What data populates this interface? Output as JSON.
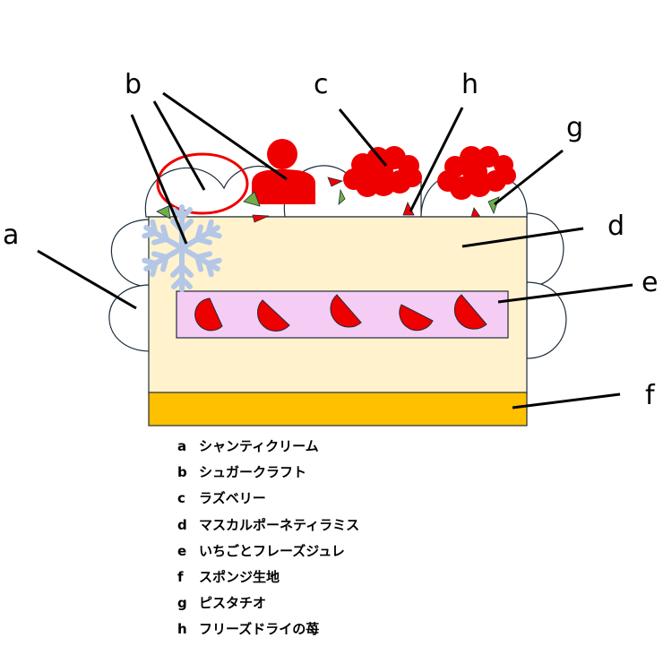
{
  "callouts": {
    "a": "a",
    "b": "b",
    "c": "c",
    "d": "d",
    "e": "e",
    "f": "f",
    "g": "g",
    "h": "h"
  },
  "legend": [
    {
      "key": "a",
      "text": "シャンティクリーム"
    },
    {
      "key": "b",
      "text": "シュガークラフト"
    },
    {
      "key": "c",
      "text": "ラズベリー"
    },
    {
      "key": "d",
      "text": "マスカルポーネティラミス"
    },
    {
      "key": "e",
      "text": "いちごとフレーズジュレ"
    },
    {
      "key": "f",
      "text": "スポンジ生地"
    },
    {
      "key": "g",
      "text": "ピスタチオ"
    },
    {
      "key": "h",
      "text": "フリーズドライの苺"
    }
  ],
  "colors": {
    "cream_layer": "#FFF2CC",
    "jelly_layer": "#F4CCF4",
    "sponge": "#FFC000",
    "strawberry": "#EE0000",
    "pistachio": "#70AD47",
    "snowflake": "#B4C7E7",
    "outline": "#1F2D3D"
  }
}
